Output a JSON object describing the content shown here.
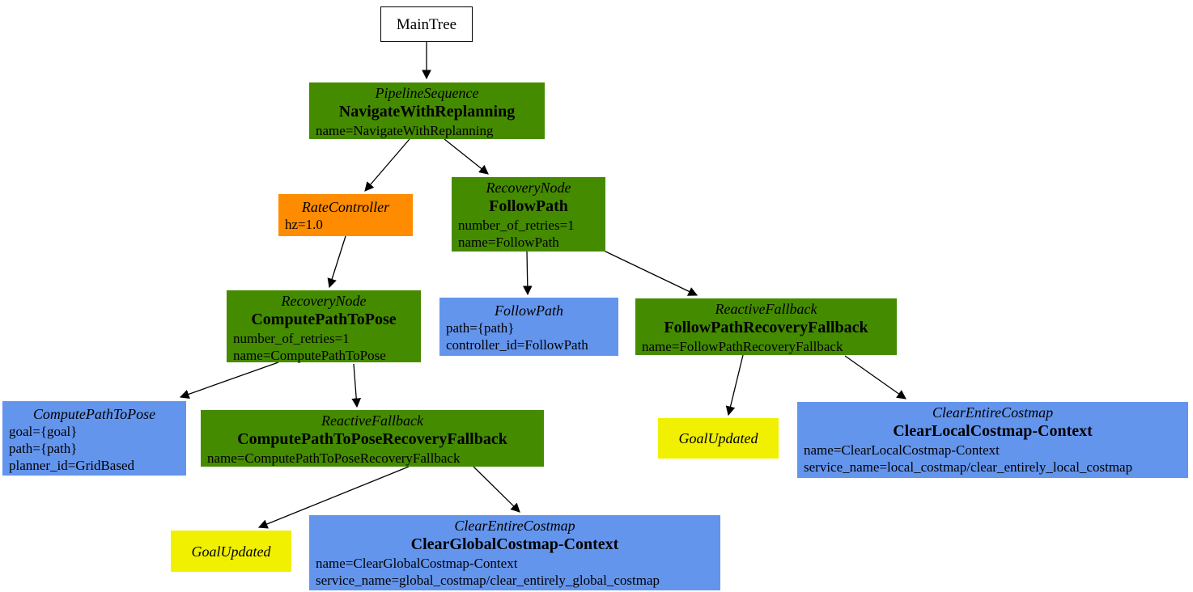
{
  "diagram": {
    "colors": {
      "control_green": "#458B00",
      "decorator_orange": "#FF8C00",
      "action_blue": "#6495ED",
      "condition_yellow": "#F0F000",
      "root_white": "#FFFFFF",
      "edge_black": "#000000"
    },
    "nodes": [
      {
        "name": "MainTree"
      },
      {
        "type": "PipelineSequence",
        "name": "NavigateWithReplanning",
        "attrs": [
          "name=NavigateWithReplanning"
        ]
      },
      {
        "type": "RateController",
        "attrs": [
          "hz=1.0"
        ]
      },
      {
        "type": "RecoveryNode",
        "name": "FollowPath",
        "attrs": [
          "number_of_retries=1",
          "name=FollowPath"
        ]
      },
      {
        "type": "RecoveryNode",
        "name": "ComputePathToPose",
        "attrs": [
          "number_of_retries=1",
          "name=ComputePathToPose"
        ]
      },
      {
        "type": "FollowPath",
        "attrs": [
          "path={path}",
          "controller_id=FollowPath"
        ]
      },
      {
        "type": "ReactiveFallback",
        "name": "FollowPathRecoveryFallback",
        "attrs": [
          "name=FollowPathRecoveryFallback"
        ]
      },
      {
        "type": "ComputePathToPose",
        "attrs": [
          "goal={goal}",
          "path={path}",
          "planner_id=GridBased"
        ]
      },
      {
        "type": "ReactiveFallback",
        "name": "ComputePathToPoseRecoveryFallback",
        "attrs": [
          "name=ComputePathToPoseRecoveryFallback"
        ]
      },
      {
        "type": "GoalUpdated"
      },
      {
        "type": "ClearEntireCostmap",
        "name": "ClearGlobalCostmap-Context",
        "attrs": [
          "name=ClearGlobalCostmap-Context",
          "service_name=global_costmap/clear_entirely_global_costmap"
        ]
      },
      {
        "type": "GoalUpdated"
      },
      {
        "type": "ClearEntireCostmap",
        "name": "ClearLocalCostmap-Context",
        "attrs": [
          "name=ClearLocalCostmap-Context",
          "service_name=local_costmap/clear_entirely_local_costmap"
        ]
      }
    ]
  }
}
